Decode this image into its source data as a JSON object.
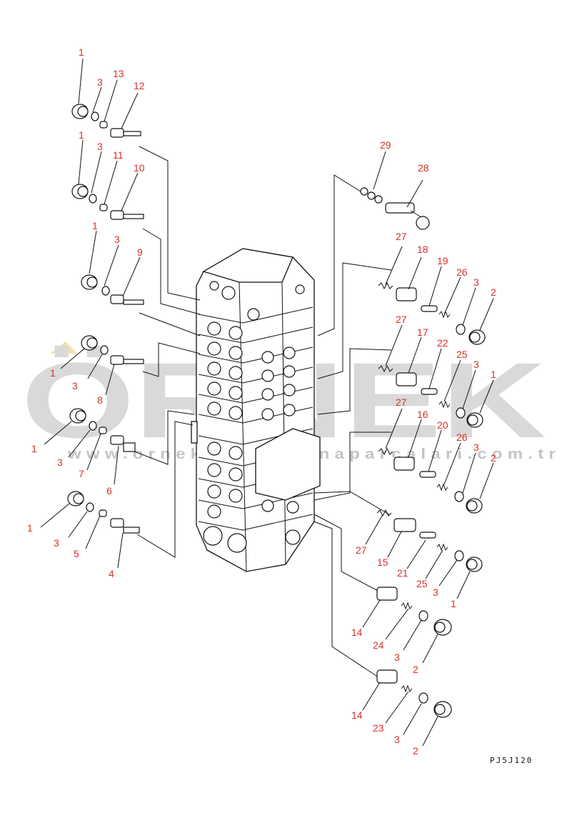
{
  "watermark": {
    "brand": "ÖRNEK",
    "url": "www.ornekiskemakinaparcalari.com.tr"
  },
  "drawing_code": "PJ5J120",
  "colors": {
    "callout": "#d8302a",
    "watermark": "#d9d9d9",
    "line": "#111111"
  },
  "callouts_left": [
    {
      "label": "1"
    },
    {
      "label": "3"
    },
    {
      "label": "13"
    },
    {
      "label": "12"
    },
    {
      "label": "1"
    },
    {
      "label": "3"
    },
    {
      "label": "11"
    },
    {
      "label": "10"
    },
    {
      "label": "1"
    },
    {
      "label": "3"
    },
    {
      "label": "9"
    },
    {
      "label": "1"
    },
    {
      "label": "3"
    },
    {
      "label": "8"
    },
    {
      "label": "1"
    },
    {
      "label": "3"
    },
    {
      "label": "7"
    },
    {
      "label": "6"
    },
    {
      "label": "1"
    },
    {
      "label": "3"
    },
    {
      "label": "5"
    },
    {
      "label": "4"
    }
  ],
  "callouts_right": [
    {
      "label": "29"
    },
    {
      "label": "28"
    },
    {
      "label": "27"
    },
    {
      "label": "18"
    },
    {
      "label": "19"
    },
    {
      "label": "26"
    },
    {
      "label": "3"
    },
    {
      "label": "2"
    },
    {
      "label": "27"
    },
    {
      "label": "17"
    },
    {
      "label": "22"
    },
    {
      "label": "25"
    },
    {
      "label": "3"
    },
    {
      "label": "1"
    },
    {
      "label": "27"
    },
    {
      "label": "16"
    },
    {
      "label": "20"
    },
    {
      "label": "26"
    },
    {
      "label": "3"
    },
    {
      "label": "2"
    },
    {
      "label": "27"
    },
    {
      "label": "15"
    },
    {
      "label": "21"
    },
    {
      "label": "25"
    },
    {
      "label": "3"
    },
    {
      "label": "1"
    },
    {
      "label": "14"
    },
    {
      "label": "24"
    },
    {
      "label": "3"
    },
    {
      "label": "2"
    },
    {
      "label": "14"
    },
    {
      "label": "23"
    },
    {
      "label": "3"
    },
    {
      "label": "2"
    }
  ]
}
